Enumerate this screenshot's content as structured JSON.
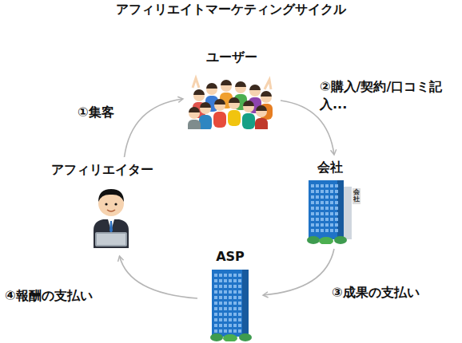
{
  "diagram": {
    "title": "アフィリエイトマーケティングサイクル",
    "nodes": [
      {
        "text": [
          "ユーザー"
        ]
      },
      {
        "text": [
          "会社"
        ]
      },
      {
        "text": [
          "ASP"
        ]
      },
      {
        "text": [
          "アフィリエイター"
        ]
      }
    ],
    "edges": [
      {
        "from": 3,
        "to": 0,
        "label": "①集客",
        "arrow": "to"
      },
      {
        "from": 0,
        "to": 1,
        "label": "②購入/契約/口コミ記入...",
        "arrow": "to"
      },
      {
        "from": 1,
        "to": 2,
        "label": "③成果の支払い",
        "arrow": "to"
      },
      {
        "from": 2,
        "to": 3,
        "label": "④報酬の支払い",
        "arrow": "to"
      }
    ],
    "labels": [
      "会社"
    ]
  }
}
